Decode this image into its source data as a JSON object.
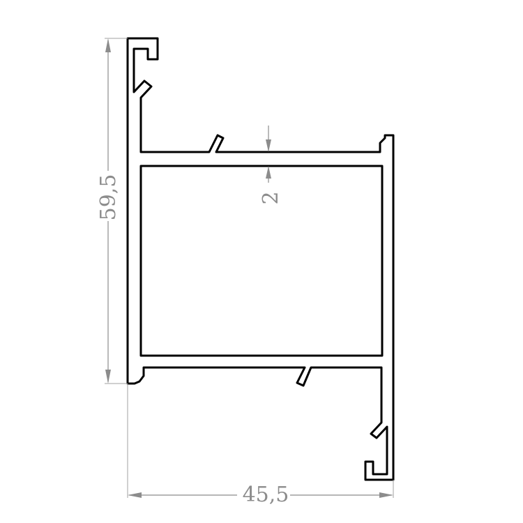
{
  "dimensions": {
    "height": "59,5",
    "width": "45,5",
    "wall_thickness": "2"
  },
  "colors": {
    "profile_line": "#000000",
    "dimension": "#8c8c8c"
  }
}
